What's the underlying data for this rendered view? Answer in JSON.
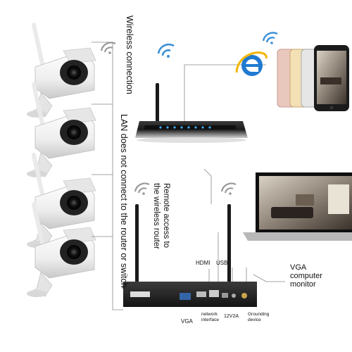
{
  "labels": {
    "wireless_connection": "Wireless connection",
    "lan_note": "LAN does not connect to the router or switch",
    "remote_access": "Remote access to the wireless router",
    "hdmi": "HDMI",
    "usb": "USB",
    "vga": "VGA",
    "network_interface": "network interface",
    "power": "12V2A",
    "grounding_device": "Grounding device",
    "monitor_caption": "VGA computer monitor"
  },
  "icons": [
    "wifi-icon",
    "internet-explorer-icon",
    "smartphone-icon",
    "camera-icon",
    "router-icon",
    "nvr-icon",
    "laptop-icon"
  ],
  "colors": {
    "camera_body": "#f2f2f2",
    "camera_shade": "#d0d0d0",
    "lens": "#1a1a1a",
    "wifi": "#3a8fd6",
    "router_body": "#2a2a2a",
    "router_leds": "#3fa9f5",
    "nvr_body": "#1e1e1e",
    "ie_blue": "#1f7ad1",
    "ie_yellow": "#f2b705",
    "line": "#777777"
  }
}
